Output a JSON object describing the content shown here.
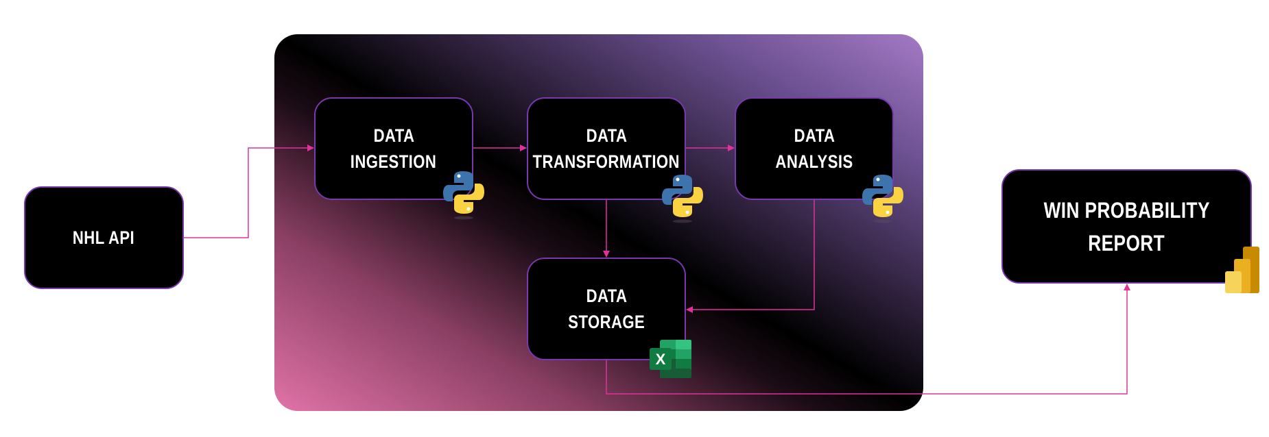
{
  "nodes": {
    "api": {
      "lines": [
        "NHL API"
      ]
    },
    "ingestion": {
      "lines": [
        "DATA",
        "INGESTION"
      ]
    },
    "transformation": {
      "lines": [
        "DATA",
        "TRANSFORMATION"
      ]
    },
    "analysis": {
      "lines": [
        "DATA",
        "ANALYSIS"
      ]
    },
    "storage": {
      "lines": [
        "DATA",
        "STORAGE"
      ]
    },
    "report": {
      "lines": [
        "WIN PROBABILITY",
        "REPORT"
      ]
    }
  },
  "icons": {
    "python": "python-logo-icon",
    "excel": "excel-logo-icon",
    "excel_letter": "X",
    "powerbi": "power-bi-logo-icon"
  },
  "colors": {
    "connector": "#e0329a",
    "node_border": "#7a38b0",
    "node_fill": "#000000"
  }
}
